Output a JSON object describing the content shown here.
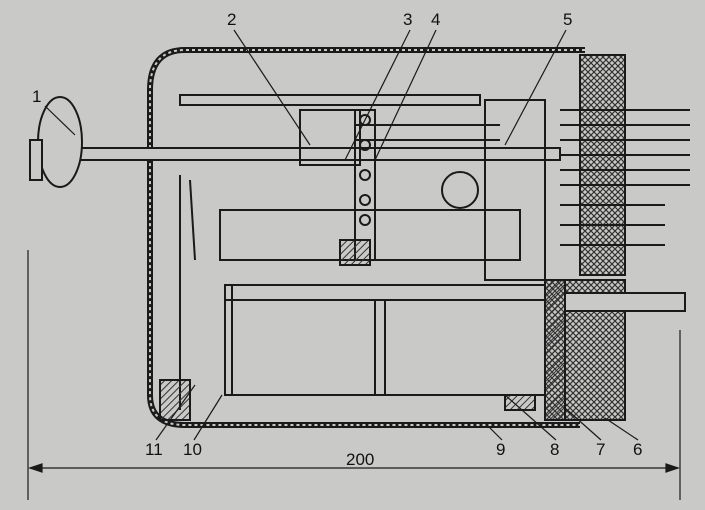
{
  "figure": {
    "callouts": [
      "1",
      "2",
      "3",
      "4",
      "5",
      "6",
      "7",
      "8",
      "9",
      "10",
      "11"
    ],
    "dimension": "200"
  },
  "colors": {
    "paper": "#c9c9c7",
    "ink": "#1a1a1a",
    "hatch": "#555555"
  }
}
